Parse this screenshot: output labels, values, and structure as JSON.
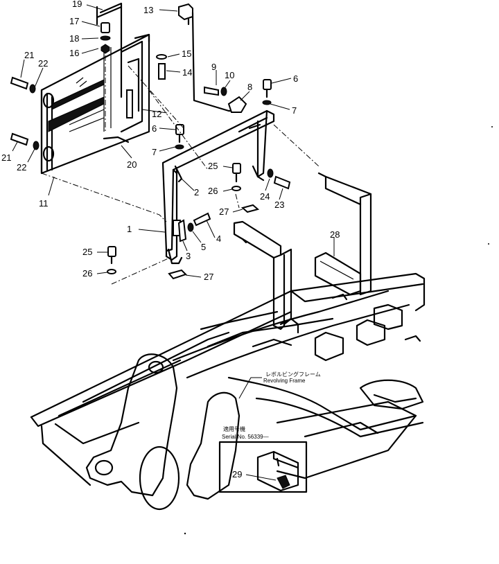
{
  "diagram": {
    "callouts": [
      {
        "id": "c1",
        "label": "1"
      },
      {
        "id": "c2",
        "label": "2"
      },
      {
        "id": "c3",
        "label": "3"
      },
      {
        "id": "c4",
        "label": "4"
      },
      {
        "id": "c5",
        "label": "5"
      },
      {
        "id": "c6a",
        "label": "6"
      },
      {
        "id": "c6b",
        "label": "6"
      },
      {
        "id": "c7a",
        "label": "7"
      },
      {
        "id": "c7b",
        "label": "7"
      },
      {
        "id": "c8",
        "label": "8"
      },
      {
        "id": "c9",
        "label": "9"
      },
      {
        "id": "c10",
        "label": "10"
      },
      {
        "id": "c11",
        "label": "11"
      },
      {
        "id": "c12",
        "label": "12"
      },
      {
        "id": "c13",
        "label": "13"
      },
      {
        "id": "c14",
        "label": "14"
      },
      {
        "id": "c15",
        "label": "15"
      },
      {
        "id": "c16",
        "label": "16"
      },
      {
        "id": "c17",
        "label": "17"
      },
      {
        "id": "c18",
        "label": "18"
      },
      {
        "id": "c19",
        "label": "19"
      },
      {
        "id": "c20",
        "label": "20"
      },
      {
        "id": "c21a",
        "label": "21"
      },
      {
        "id": "c21b",
        "label": "21"
      },
      {
        "id": "c22a",
        "label": "22"
      },
      {
        "id": "c22b",
        "label": "22"
      },
      {
        "id": "c23",
        "label": "23"
      },
      {
        "id": "c24",
        "label": "24"
      },
      {
        "id": "c25a",
        "label": "25"
      },
      {
        "id": "c25b",
        "label": "25"
      },
      {
        "id": "c26a",
        "label": "26"
      },
      {
        "id": "c26b",
        "label": "26"
      },
      {
        "id": "c27a",
        "label": "27"
      },
      {
        "id": "c27b",
        "label": "27"
      },
      {
        "id": "c28",
        "label": "28"
      },
      {
        "id": "c29",
        "label": "29"
      }
    ],
    "frame_label_jp": "レボルビングフレーム",
    "frame_label_en": "Revolving Frame",
    "inset_title_jp": "適用号機",
    "inset_serial": "Serial No. 56339—"
  }
}
